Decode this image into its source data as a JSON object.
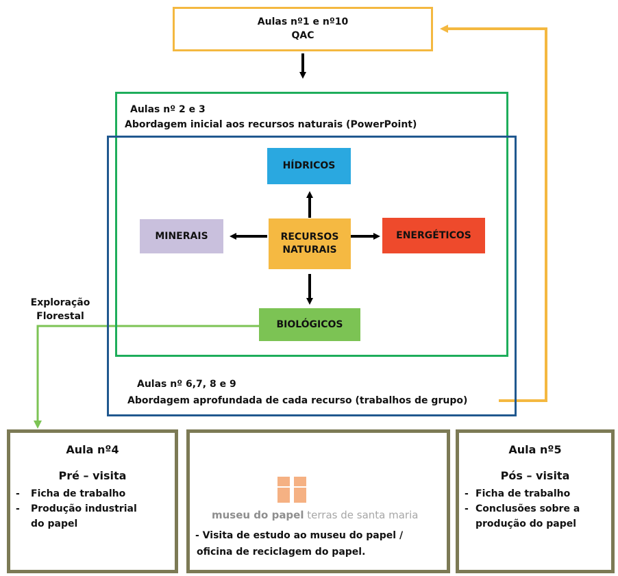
{
  "top_box": {
    "line1": "Aulas nº1 e nº10",
    "line2": "QAC"
  },
  "green_box": {
    "line1": "Aulas nº 2 e 3",
    "line2": "Abordagem inicial aos recursos naturais (PowerPoint)"
  },
  "blue_box": {
    "line1": "Aulas nº 6,7, 8 e 9",
    "line2": "Abordagem aprofundada de cada recurso (trabalhos de grupo)"
  },
  "nodes": {
    "center": {
      "line1": "RECURSOS",
      "line2": "NATURAIS",
      "color": "#f5b942"
    },
    "hidricos": {
      "label": "HÍDRICOS",
      "color": "#2aa8e0"
    },
    "minerais": {
      "label": "MINERAIS",
      "color": "#c9c0dd"
    },
    "energeticos": {
      "label": "ENERGÉTICOS",
      "color": "#ee4a2c"
    },
    "biologicos": {
      "label": "BIOLÓGICOS",
      "color": "#7cc354"
    }
  },
  "exploracao": {
    "line1": "Exploração",
    "line2": "Florestal"
  },
  "aula4": {
    "title": "Aula nº4",
    "subtitle": "Pré – visita",
    "items": [
      "Ficha de trabalho",
      "Produção industrial"
    ],
    "continuation": "do papel"
  },
  "museu": {
    "logo_text_1": "museu do papel",
    "logo_text_2": "terras de santa maria",
    "line1": "- Visita de estudo ao museu do papel /",
    "line2": "oficina de reciclagem do papel."
  },
  "aula5": {
    "title": "Aula nº5",
    "subtitle": "Pós – visita",
    "items": [
      "Ficha de trabalho",
      "Conclusões sobre a"
    ],
    "continuation": "produção do papel"
  },
  "colors": {
    "yellow_line": "#f4b840",
    "green_line": "#1ead5b",
    "blue_line": "#20588f",
    "light_green_line": "#7cc354",
    "olive_border": "#7c7a55",
    "logo_orange": "#f5b183",
    "logo_gray": "#a6a6a6"
  }
}
